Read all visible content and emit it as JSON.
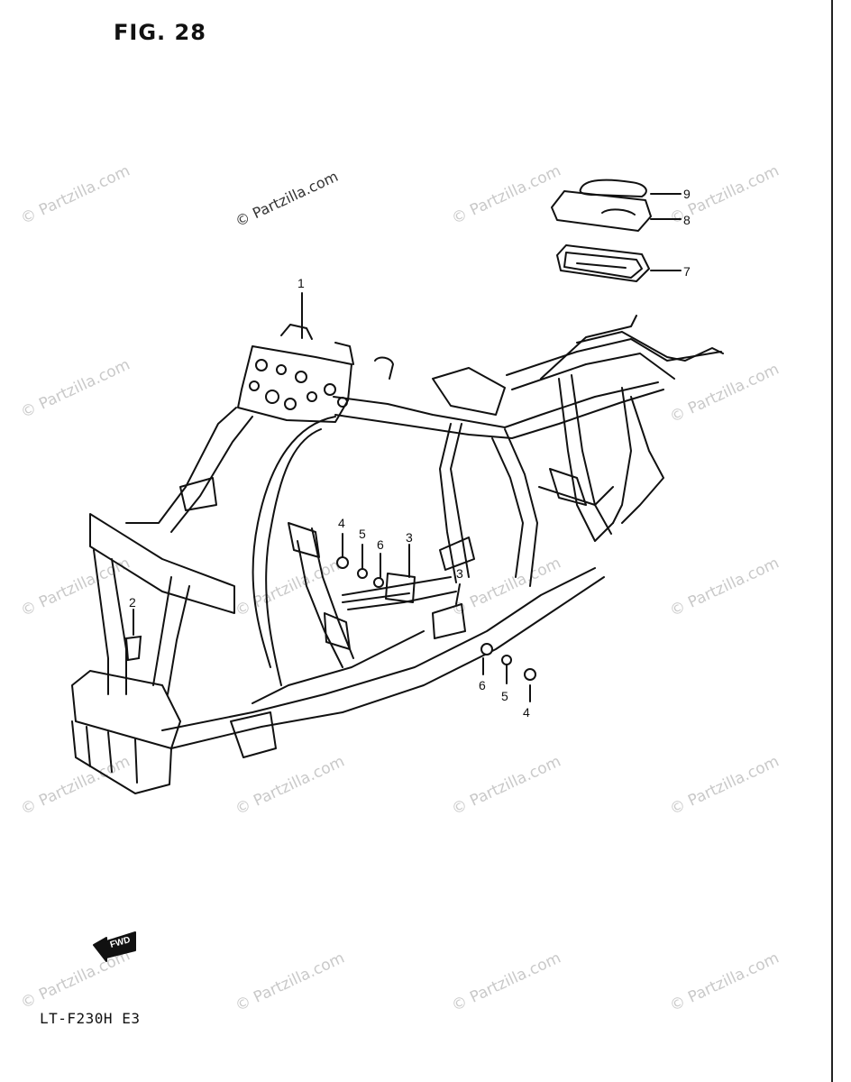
{
  "figure": {
    "title": "FIG. 28",
    "model": "LT-F230H  E3"
  },
  "watermark": {
    "text": "© Partzilla.com"
  },
  "fwd_arrow": {
    "text": "FWD"
  },
  "callouts": {
    "c1": "1",
    "c2": "2",
    "c3a": "3",
    "c3b": "3",
    "c4a": "4",
    "c4b": "4",
    "c5a": "5",
    "c5b": "5",
    "c6a": "6",
    "c6b": "6",
    "c7": "7",
    "c8": "8",
    "c9": "9"
  },
  "colors": {
    "ink": "#111111",
    "watermark": "#c9c9c9"
  }
}
